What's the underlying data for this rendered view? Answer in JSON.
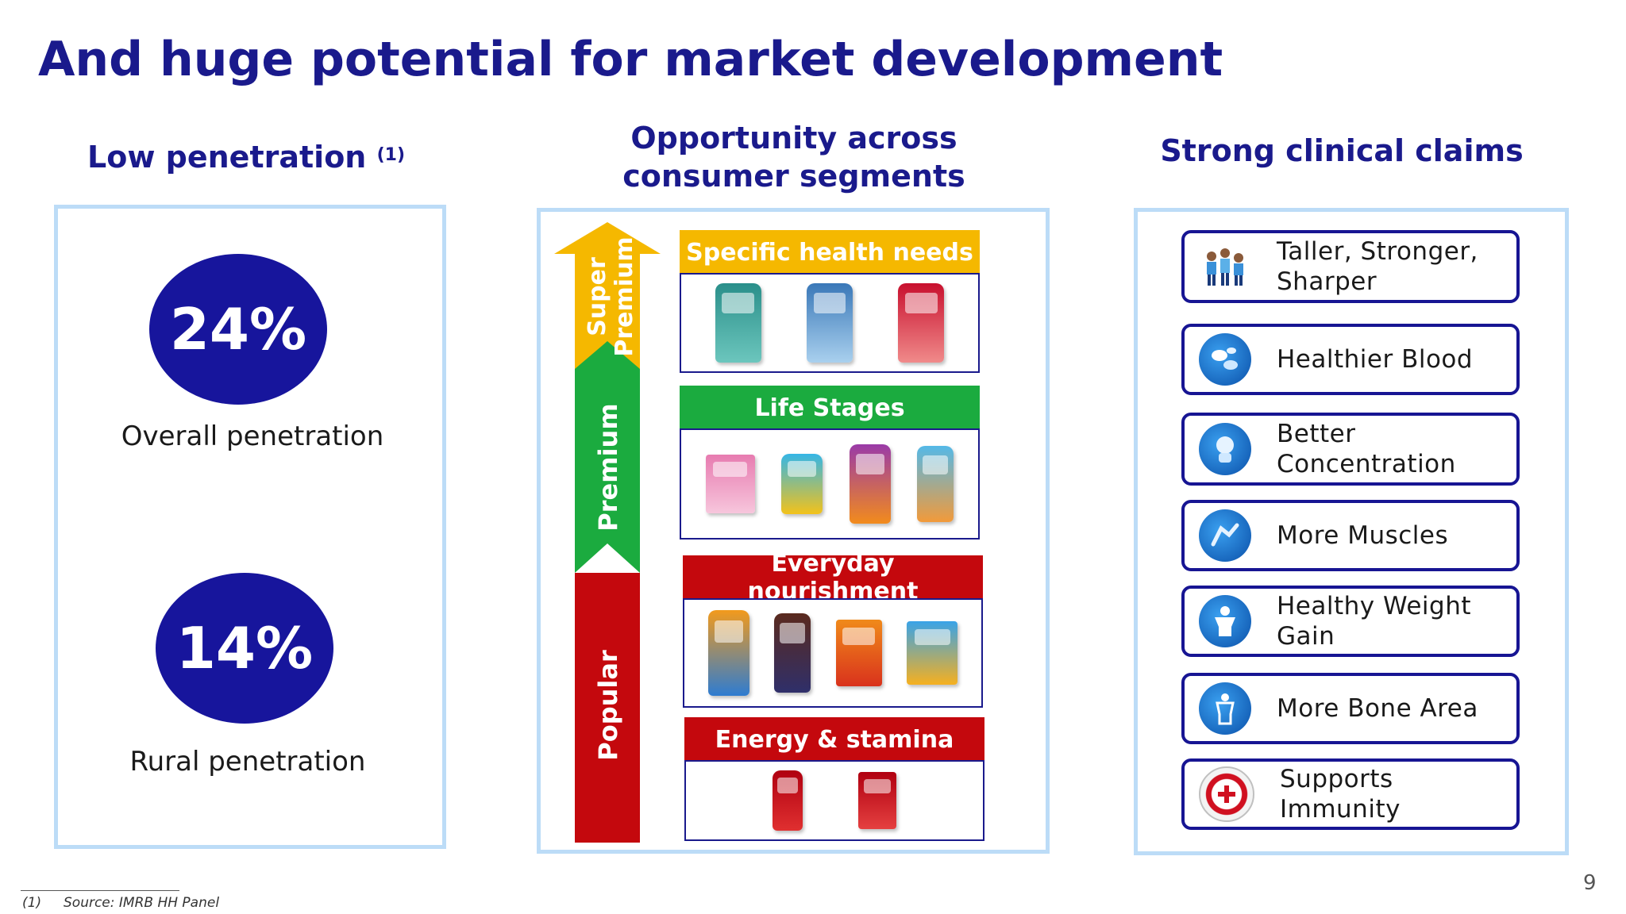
{
  "title": "And huge potential for market development",
  "columns": {
    "left": {
      "heading": "Low penetration",
      "heading_sup": "(1)",
      "stats": [
        {
          "value": "24%",
          "label": "Overall penetration"
        },
        {
          "value": "14%",
          "label": "Rural penetration"
        }
      ]
    },
    "middle": {
      "heading_line1": "Opportunity across",
      "heading_line2": "consumer segments",
      "tiers": [
        {
          "label_line1": "Super",
          "label_line2": "Premium",
          "color": "#f5b800"
        },
        {
          "label": "Premium",
          "color": "#1bab3f"
        },
        {
          "label": "Popular",
          "color": "#c4080d"
        }
      ],
      "segments": [
        {
          "name": "Specific health needs",
          "color": "#f5b800"
        },
        {
          "name": "Life Stages",
          "color": "#1bab3f"
        },
        {
          "name": "Everyday nourishment",
          "color": "#c4080d"
        },
        {
          "name": "Energy & stamina",
          "color": "#c4080d"
        }
      ]
    },
    "right": {
      "heading": "Strong clinical claims",
      "claims": [
        {
          "line1": "Taller, Stronger,",
          "line2": "Sharper",
          "icon": "kids-icon"
        },
        {
          "line1": "Healthier Blood",
          "line2": "",
          "icon": "blood-cells-icon"
        },
        {
          "line1": "Better",
          "line2": "Concentration",
          "icon": "brain-icon"
        },
        {
          "line1": "More Muscles",
          "line2": "",
          "icon": "muscle-icon"
        },
        {
          "line1": "Healthy Weight",
          "line2": "Gain",
          "icon": "body-icon"
        },
        {
          "line1": "More Bone Area",
          "line2": "",
          "icon": "bone-icon"
        },
        {
          "line1": "Supports Immunity",
          "line2": "",
          "icon": "immunity-badge-icon"
        }
      ]
    }
  },
  "footnote": {
    "marker": "(1)",
    "text": "Source: IMRB HH Panel"
  },
  "page_number": "9"
}
